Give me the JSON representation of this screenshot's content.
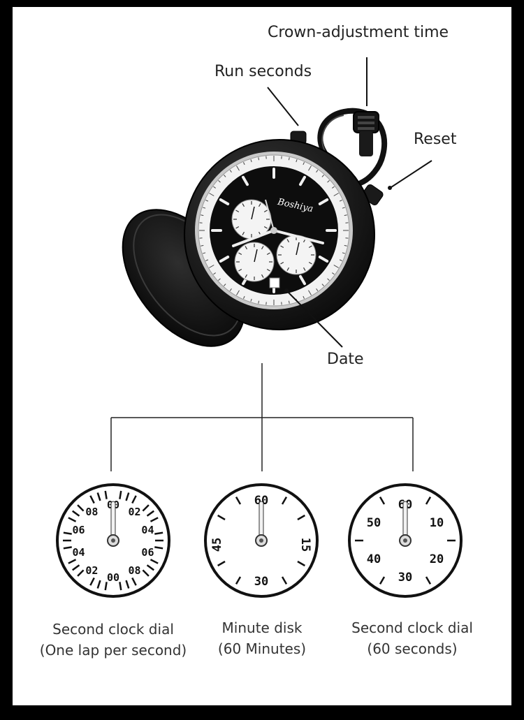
{
  "callouts": {
    "crown": "Crown-adjustment time",
    "run_seconds": "Run seconds",
    "reset": "Reset",
    "date": "Date"
  },
  "watch": {
    "brand": "Boshiya"
  },
  "dials": [
    {
      "kind": "second-clock-dial-one-lap",
      "numerals": [
        "00",
        "02",
        "04",
        "06",
        "08",
        "00",
        "02",
        "04",
        "06",
        "08"
      ],
      "caption_line1": "Second clock dial",
      "caption_line2": "(One lap per second)"
    },
    {
      "kind": "minute-disk",
      "numerals": [
        "60",
        "15",
        "30",
        "45"
      ],
      "caption_line1": "Minute disk",
      "caption_line2": "(60 Minutes)"
    },
    {
      "kind": "second-clock-dial-sixty",
      "numerals": [
        "60",
        "10",
        "20",
        "30",
        "40",
        "50"
      ],
      "caption_line1": "Second clock dial",
      "caption_line2": "(60 seconds)"
    }
  ],
  "colors": {
    "background": "#000000",
    "panel": "#ffffff",
    "ink": "#222222",
    "watch_body": "#1a1a1a"
  }
}
